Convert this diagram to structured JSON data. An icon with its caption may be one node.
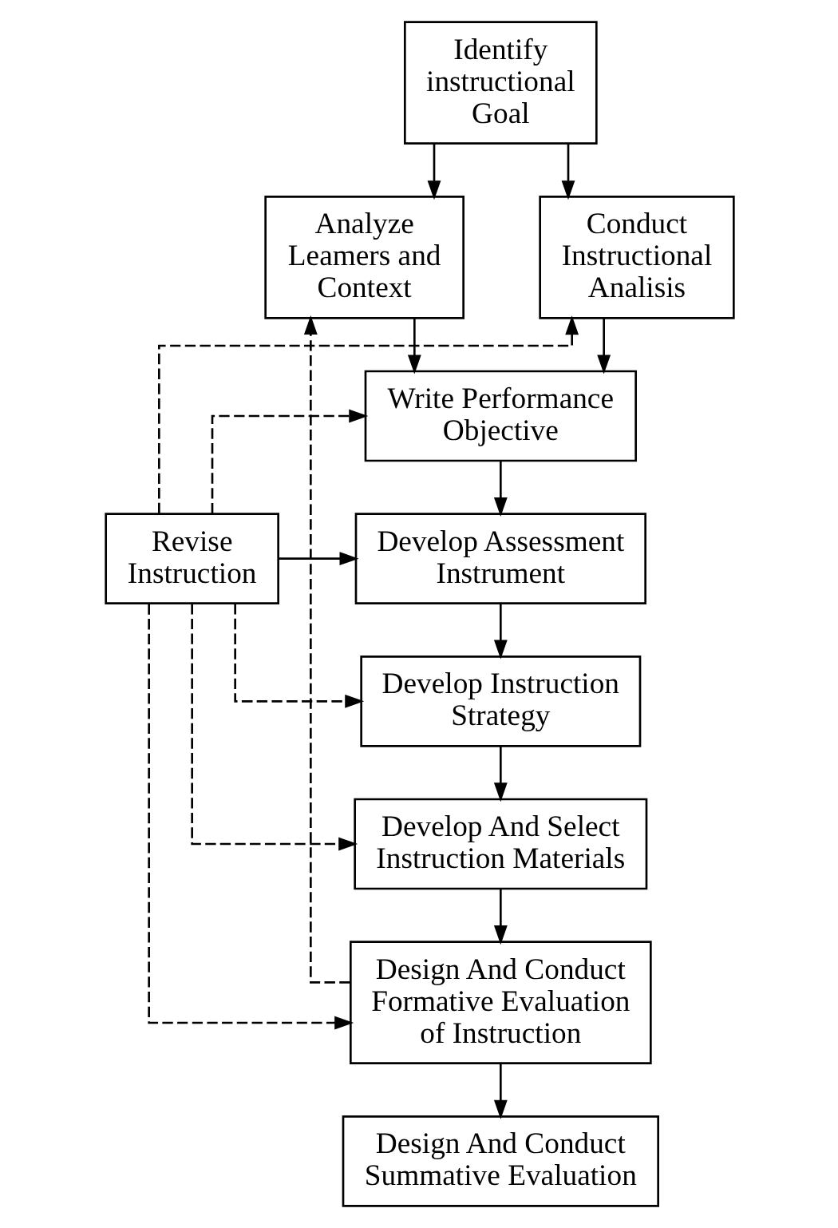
{
  "diagram": {
    "nodes": [
      {
        "text": [
          "Identify instructional Goal"
        ]
      },
      {
        "text": [
          "Analyze Leamers and Context"
        ]
      },
      {
        "text": [
          "Conduct Instructional Analisis"
        ]
      },
      {
        "text": [
          "Write Performance Objective"
        ]
      },
      {
        "text": [
          "Develop Assessment Instrument"
        ]
      },
      {
        "text": [
          "Revise Instruction"
        ]
      },
      {
        "text": [
          "Develop Instruction Strategy"
        ]
      },
      {
        "text": [
          "Develop And Select Instruction Materials"
        ]
      },
      {
        "text": [
          "Design And Conduct Formative Evaluation of Instruction"
        ]
      },
      {
        "text": [
          "Design And Conduct Summative Evaluation"
        ]
      }
    ],
    "edges": [
      {
        "from": 0,
        "to": 1,
        "arrow": "to"
      },
      {
        "from": 0,
        "to": 2,
        "arrow": "to"
      },
      {
        "from": 1,
        "to": 3,
        "arrow": "to"
      },
      {
        "from": 2,
        "to": 3,
        "arrow": "to"
      },
      {
        "from": 5,
        "to": 3,
        "arrow": "to",
        "style": "dashed"
      },
      {
        "from": 5,
        "to": 2,
        "arrow": "to",
        "style": "dashed"
      },
      {
        "from": 3,
        "to": 4,
        "arrow": "to"
      },
      {
        "from": 5,
        "to": 4,
        "arrow": "to"
      },
      {
        "from": 4,
        "to": 6,
        "arrow": "to"
      },
      {
        "from": 5,
        "to": 6,
        "arrow": "to",
        "style": "dashed"
      },
      {
        "from": 6,
        "to": 7,
        "arrow": "to"
      },
      {
        "from": 5,
        "to": 7,
        "arrow": "to",
        "style": "dashed"
      },
      {
        "from": 7,
        "to": 8,
        "arrow": "to"
      },
      {
        "from": 5,
        "to": 8,
        "arrow": "to",
        "style": "dashed"
      },
      {
        "from": 8,
        "to": 1,
        "arrow": "to",
        "style": "dashed"
      },
      {
        "from": 8,
        "to": 9,
        "arrow": "to"
      }
    ]
  }
}
